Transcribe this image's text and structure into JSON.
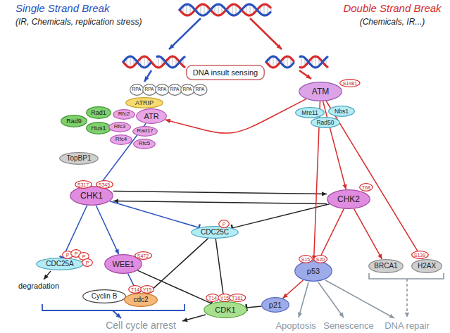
{
  "diagram": {
    "nodes": [
      {
        "text": [
          "DNA insult sensing"
        ]
      },
      {
        "text": [
          "RPA"
        ]
      },
      {
        "text": [
          "RPA"
        ]
      },
      {
        "text": [
          "RPA"
        ]
      },
      {
        "text": [
          "RPA"
        ]
      },
      {
        "text": [
          "RPA"
        ]
      },
      {
        "text": [
          "RPA"
        ]
      },
      {
        "text": [
          "ATRIP"
        ]
      },
      {
        "text": [
          "ATR"
        ]
      },
      {
        "text": [
          "Rad9"
        ]
      },
      {
        "text": [
          "Rad1"
        ]
      },
      {
        "text": [
          "Hus1"
        ]
      },
      {
        "text": [
          "Rfc2"
        ]
      },
      {
        "text": [
          "Rfc3"
        ]
      },
      {
        "text": [
          "Rad17"
        ]
      },
      {
        "text": [
          "Rfc4"
        ]
      },
      {
        "text": [
          "Rfc5"
        ]
      },
      {
        "text": [
          "ATM"
        ]
      },
      {
        "text": [
          "S1981"
        ]
      },
      {
        "text": [
          "Mre11"
        ]
      },
      {
        "text": [
          "Nbs1"
        ]
      },
      {
        "text": [
          "Rad50"
        ]
      },
      {
        "text": [
          "TopBP1"
        ]
      },
      {
        "text": [
          "CHK1"
        ]
      },
      {
        "text": [
          "S317"
        ]
      },
      {
        "text": [
          "S345"
        ]
      },
      {
        "text": [
          "CHK2"
        ]
      },
      {
        "text": [
          "T68"
        ]
      },
      {
        "text": [
          "CDC25A"
        ]
      },
      {
        "text": [
          "P"
        ]
      },
      {
        "text": [
          "P"
        ]
      },
      {
        "text": [
          "P"
        ]
      },
      {
        "text": [
          "P"
        ]
      },
      {
        "text": [
          "WEE1"
        ]
      },
      {
        "text": [
          "S472"
        ]
      },
      {
        "text": [
          "CDC25C"
        ]
      },
      {
        "text": [
          "P"
        ]
      },
      {
        "text": [
          "Cyclin B"
        ]
      },
      {
        "text": [
          "cdc2"
        ]
      },
      {
        "text": [
          "T14"
        ]
      },
      {
        "text": [
          "Y15"
        ]
      },
      {
        "text": [
          "CDK1"
        ]
      },
      {
        "text": [
          "T14"
        ]
      },
      {
        "text": [
          "Y15"
        ]
      },
      {
        "text": [
          "T161"
        ]
      },
      {
        "text": [
          "p53"
        ]
      },
      {
        "text": [
          "S15"
        ]
      },
      {
        "text": [
          "S20"
        ]
      },
      {
        "text": [
          "p21"
        ]
      },
      {
        "text": [
          "BRCA1"
        ]
      },
      {
        "text": [
          "H2AX"
        ]
      },
      {
        "text": [
          "S139"
        ]
      }
    ],
    "edges": [
      {
        "from": 17,
        "to": 8,
        "arrow": "to"
      },
      {
        "from": 8,
        "to": 23,
        "arrow": "to"
      },
      {
        "from": 23,
        "to": 26,
        "arrow": "to"
      },
      {
        "from": 26,
        "to": 23,
        "arrow": "to"
      },
      {
        "from": 23,
        "to": 28,
        "arrow": "to"
      },
      {
        "from": 23,
        "to": 33,
        "arrow": "to"
      },
      {
        "from": 23,
        "to": 35,
        "arrow": "to"
      },
      {
        "from": 26,
        "to": 35,
        "arrow": "to"
      },
      {
        "from": 17,
        "to": 26,
        "arrow": "to"
      },
      {
        "from": 26,
        "to": 45,
        "arrow": "to"
      },
      {
        "from": 17,
        "to": 45,
        "arrow": "to"
      },
      {
        "from": 26,
        "to": 49,
        "arrow": "to"
      },
      {
        "from": 17,
        "to": 50,
        "arrow": "to"
      },
      {
        "from": 33,
        "to": 38,
        "arrow": "to"
      },
      {
        "from": 33,
        "to": 41,
        "arrow": "to"
      },
      {
        "from": 35,
        "to": 38,
        "arrow": "to"
      },
      {
        "from": 35,
        "to": 41,
        "arrow": "to"
      },
      {
        "from": 45,
        "to": 48,
        "arrow": "to"
      },
      {
        "from": 48,
        "to": 41,
        "arrow": "to"
      }
    ],
    "labels": [
      "Single Strand Break",
      "(IR, Chemicals, replication stress)",
      "Double Strand Break",
      "(Chemicals, IR...)",
      "degradation",
      "Cell cycle arrest",
      "Apoptosis",
      "Senescence",
      "DNA repair"
    ]
  }
}
